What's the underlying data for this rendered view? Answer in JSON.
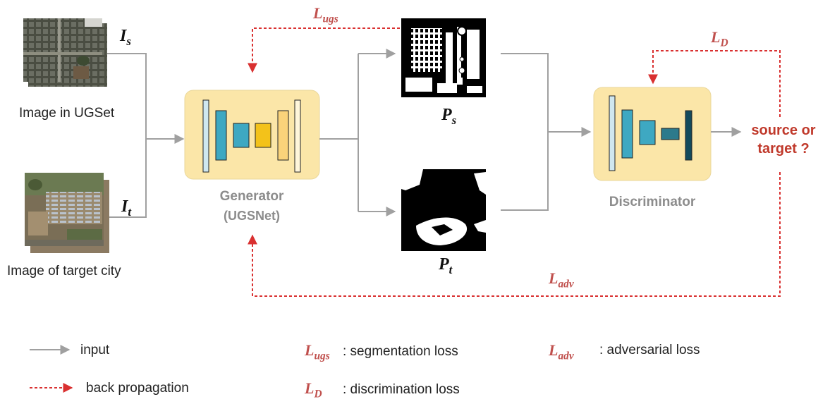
{
  "inputs": {
    "source_caption": "Image in UGSet",
    "target_caption": "Image of target city",
    "source_symbol": {
      "base": "I",
      "sub": "s"
    },
    "target_symbol": {
      "base": "I",
      "sub": "t"
    }
  },
  "generator": {
    "title": "Generator",
    "subtitle": "(UGSNet)"
  },
  "predictions": {
    "source_symbol": {
      "base": "P",
      "sub": "s"
    },
    "target_symbol": {
      "base": "P",
      "sub": "t"
    }
  },
  "discriminator": {
    "title": "Discriminator"
  },
  "output": {
    "line1": "source or",
    "line2": "target ?"
  },
  "losses": {
    "ugs": {
      "base": "L",
      "sub": "ugs"
    },
    "d": {
      "base": "L",
      "sub": "D"
    },
    "adv": {
      "base": "L",
      "sub": "adv"
    }
  },
  "legend": {
    "input_label": "input",
    "backprop_label": "back propagation",
    "ugs_desc": ": segmentation loss",
    "d_desc": ": discrimination loss",
    "adv_desc": ": adversarial loss"
  },
  "colors": {
    "arrow": "#a0a0a0",
    "loss_arrow": "#d93030",
    "loss_text": "#c0504d",
    "module_bg": "#fbe6a8",
    "output_text": "#c0392b"
  }
}
